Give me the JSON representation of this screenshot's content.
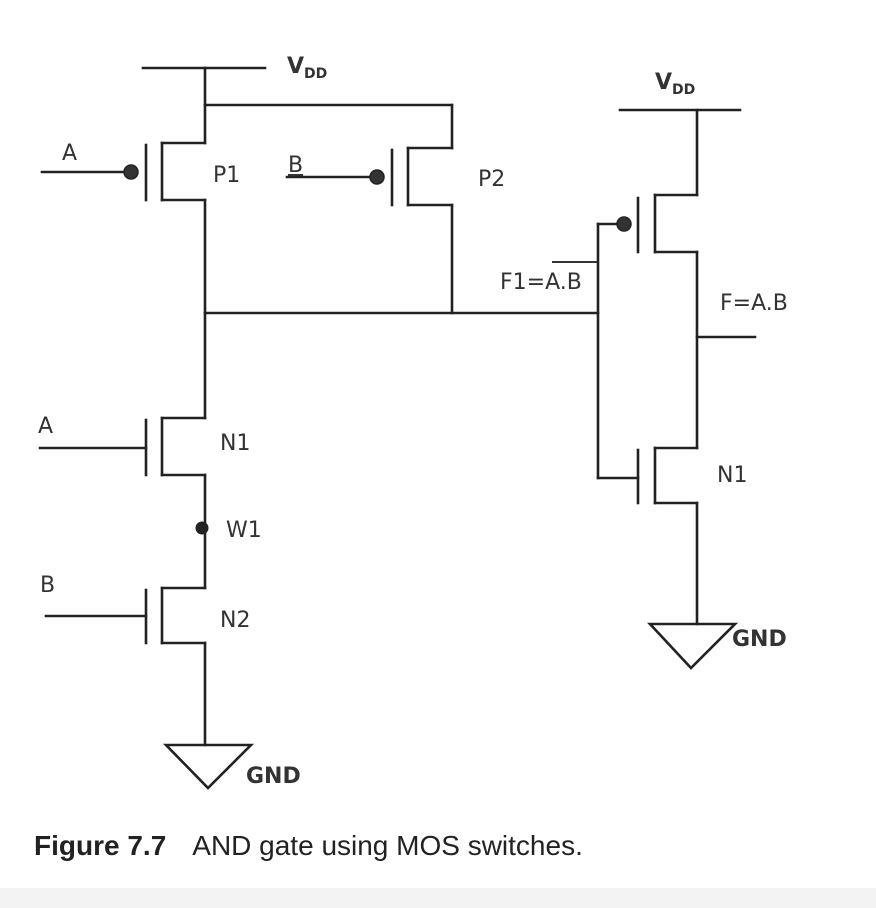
{
  "diagram": {
    "vdd_left": {
      "main": "V",
      "sub": "DD"
    },
    "vdd_right": {
      "main": "V",
      "sub": "DD"
    },
    "input_a_top": "A",
    "input_b_top": "B",
    "p1": "P1",
    "p2": "P2",
    "f1_text": "F1=A.B",
    "f_text": "F=A.B",
    "input_a_mid": "A",
    "n1_left": "N1",
    "w1": "W1",
    "input_b_bottom": "B",
    "n2": "N2",
    "gnd_left": "GND",
    "n1_right": "N1",
    "gnd_right": "GND"
  },
  "caption": {
    "number": "Figure 7.7",
    "text": "AND gate using MOS switches."
  }
}
